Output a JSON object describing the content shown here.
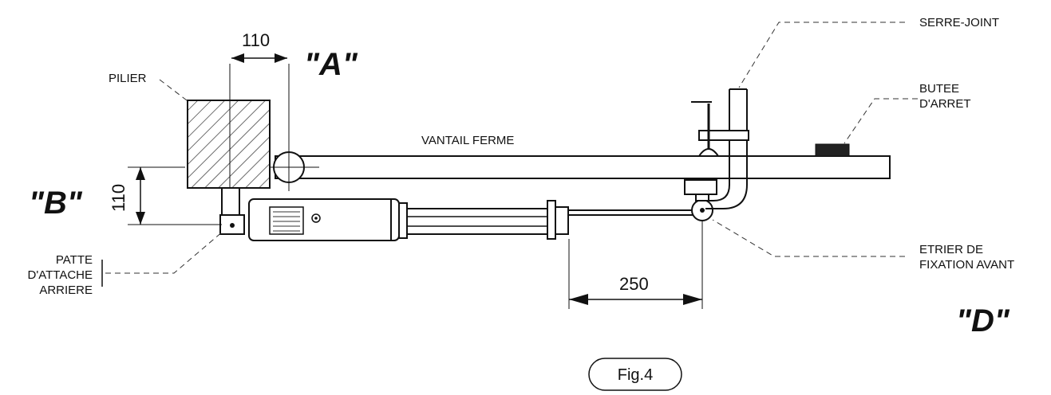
{
  "labels": {
    "pilier": "PILIER",
    "vantail": "VANTAIL FERME",
    "serre_joint": "SERRE-JOINT",
    "butee_1": "BUTEE",
    "butee_2": "D'ARRET",
    "patte_1": "PATTE",
    "patte_2": "D'ATTACHE",
    "patte_3": "ARRIERE",
    "etrier_1": "ETRIER DE",
    "etrier_2": "FIXATION AVANT",
    "fig": "Fig.4"
  },
  "dimensions": {
    "a_value": "110",
    "b_value": "110",
    "d_value": "250"
  },
  "markers": {
    "a": "\"A\"",
    "b": "\"B\"",
    "d": "\"D\""
  }
}
